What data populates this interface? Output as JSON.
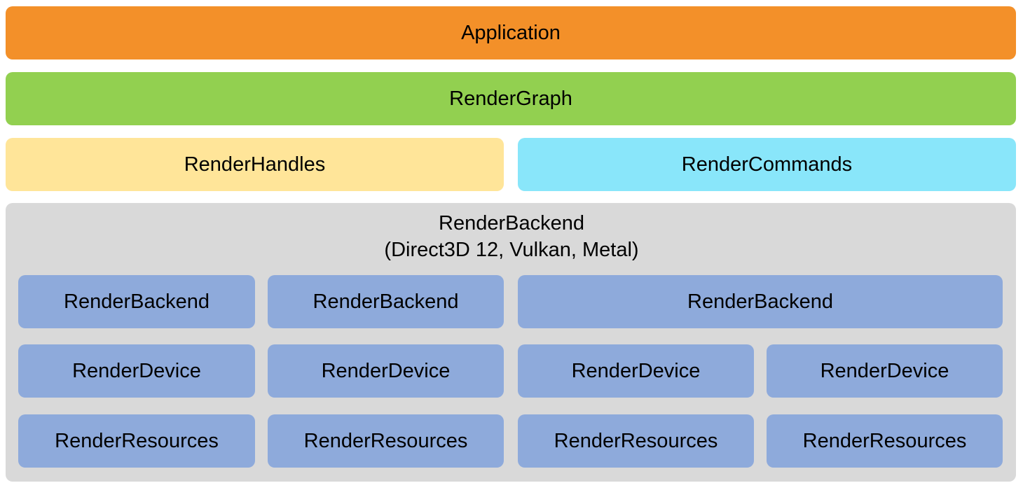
{
  "colors": {
    "application": "#F39029",
    "render_graph": "#92D050",
    "render_handles": "#FFE599",
    "render_commands": "#89E6FA",
    "backend_panel": "#D9D9D9",
    "component": "#8EAADB"
  },
  "layers": {
    "application": "Application",
    "render_graph": "RenderGraph",
    "render_handles": "RenderHandles",
    "render_commands": "RenderCommands"
  },
  "backend": {
    "title": "RenderBackend",
    "subtitle": "(Direct3D 12, Vulkan, Metal)",
    "rows": [
      [
        "RenderBackend",
        "RenderBackend",
        "RenderBackend"
      ],
      [
        "RenderDevice",
        "RenderDevice",
        "RenderDevice",
        "RenderDevice"
      ],
      [
        "RenderResources",
        "RenderResources",
        "RenderResources",
        "RenderResources"
      ]
    ]
  }
}
